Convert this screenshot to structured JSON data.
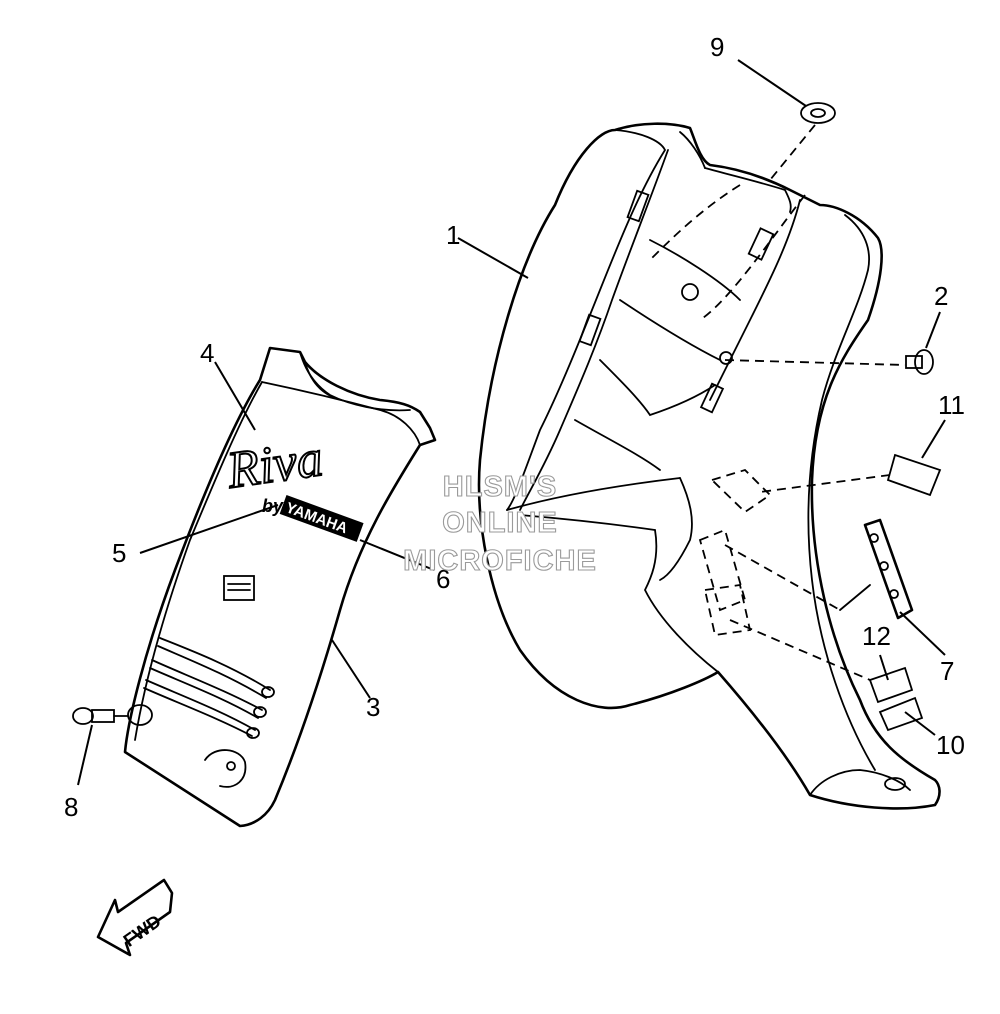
{
  "diagram": {
    "callouts": [
      {
        "id": "c1",
        "label": "1"
      },
      {
        "id": "c2",
        "label": "2"
      },
      {
        "id": "c3",
        "label": "3"
      },
      {
        "id": "c4",
        "label": "4"
      },
      {
        "id": "c5",
        "label": "5"
      },
      {
        "id": "c6",
        "label": "6"
      },
      {
        "id": "c7",
        "label": "7"
      },
      {
        "id": "c8",
        "label": "8"
      },
      {
        "id": "c9",
        "label": "9"
      },
      {
        "id": "c10",
        "label": "10"
      },
      {
        "id": "c11",
        "label": "11"
      },
      {
        "id": "c12",
        "label": "12"
      }
    ],
    "watermark": [
      "HLSM'S",
      "ONLINE",
      "MICROFICHE"
    ],
    "direction_arrow": "FWD",
    "emblem_text": "Riva",
    "emblem_sub": "by",
    "brand_text": "YAMAHA"
  }
}
